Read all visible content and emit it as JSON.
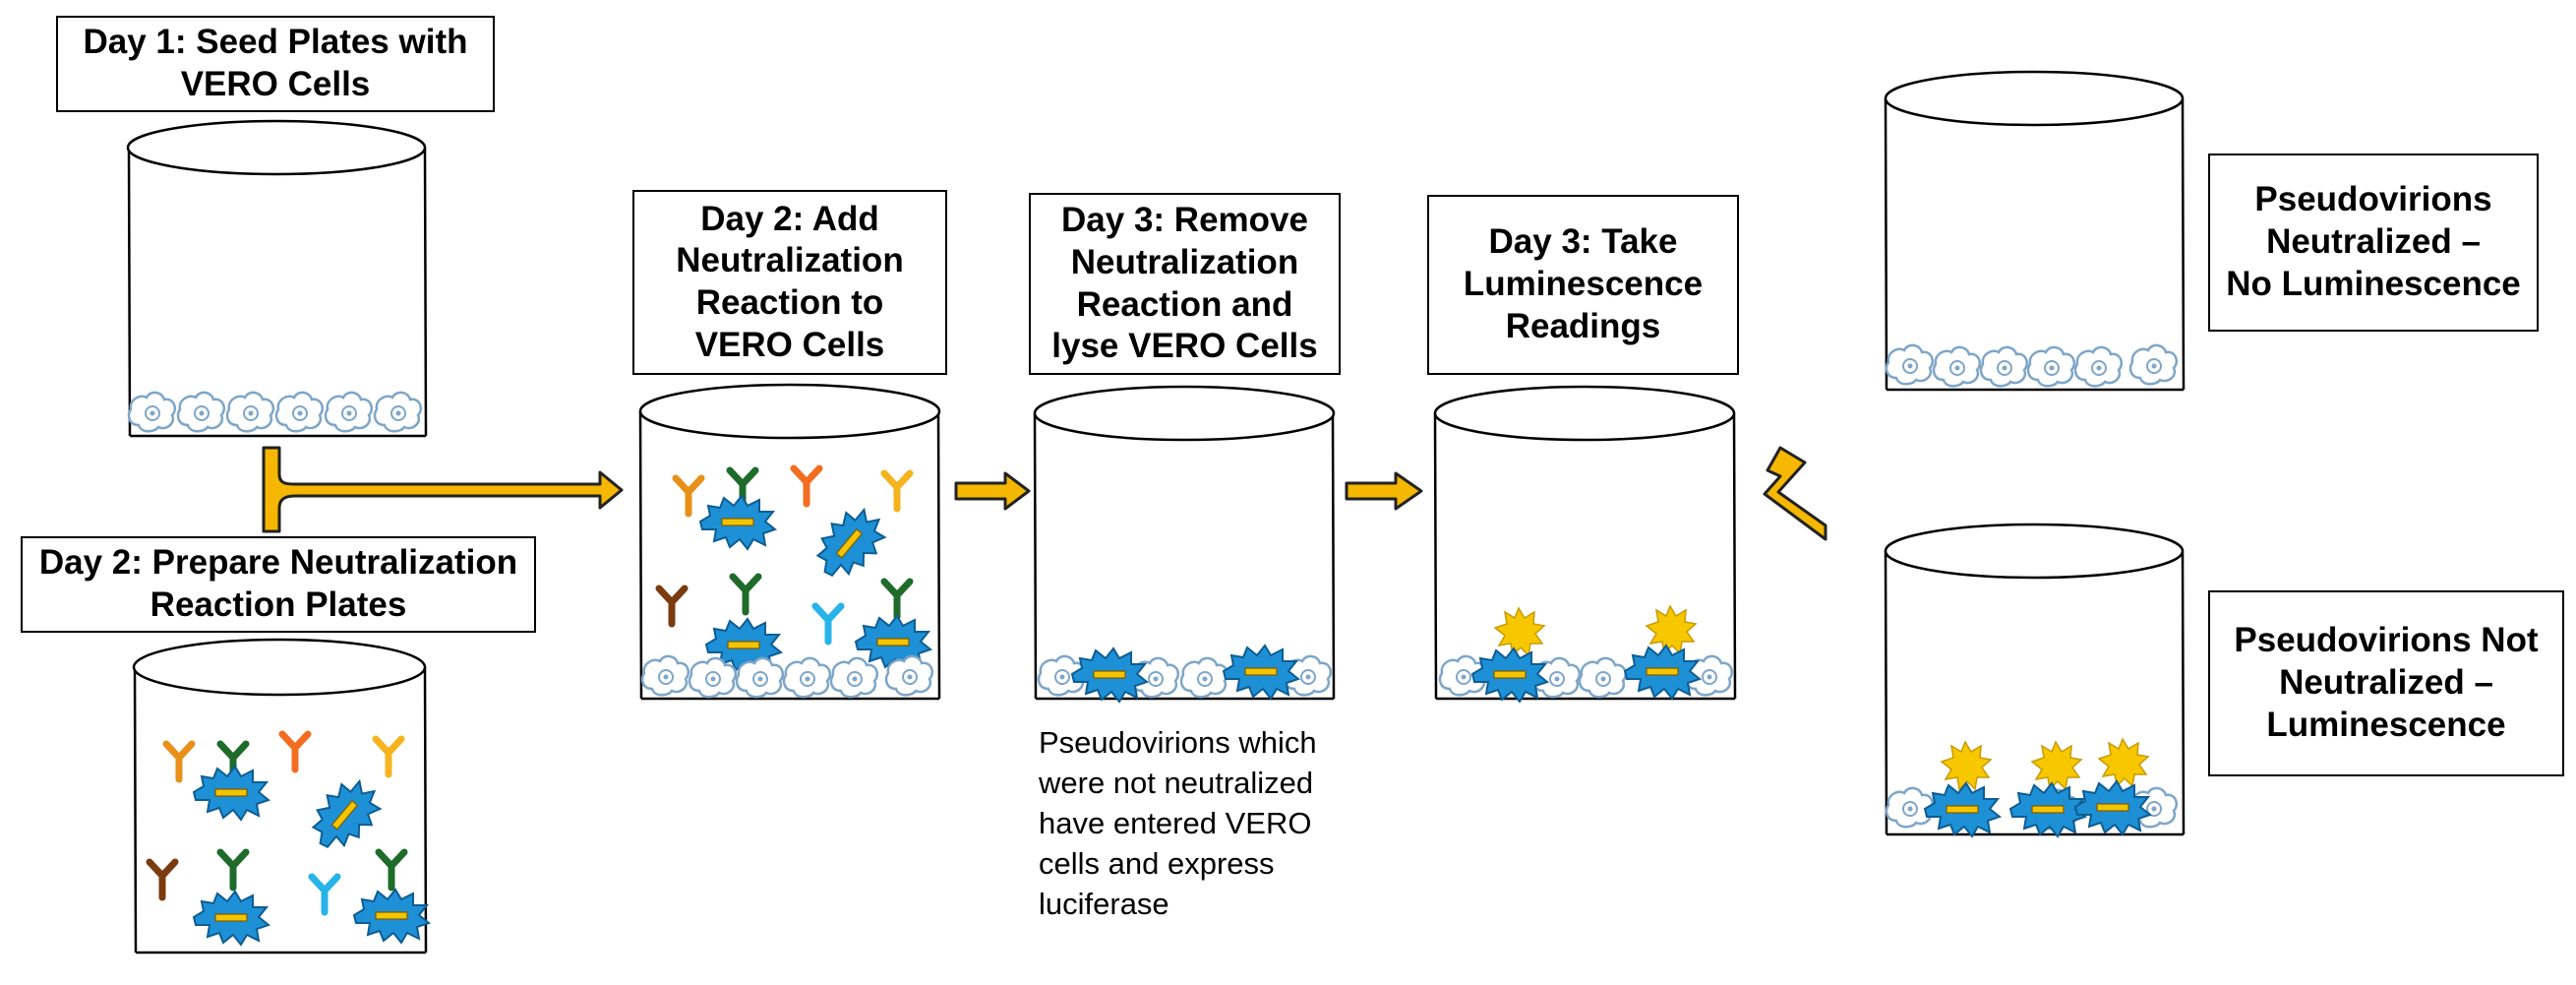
{
  "steps": {
    "seed": "Day 1: Seed Plates with\nVERO Cells",
    "prepare": "Day 2: Prepare Neutralization\nReaction Plates",
    "add": "Day 2: Add\nNeutralization\nReaction to\nVERO Cells",
    "remove": "Day 3: Remove\nNeutralization\nReaction and\nlyse VERO Cells",
    "take": "Day 3: Take\nLuminescence\nReadings"
  },
  "outcomes": {
    "neutralized": "Pseudovirions\nNeutralized –\nNo Luminescence",
    "not_neutralized": "Pseudovirions Not\nNeutralized –\nLuminescence"
  },
  "note": "Pseudovirions which\nwere not neutralized\nhave entered VERO\ncells and express\nluciferase",
  "colors": {
    "arrow_fill": "#f5b700",
    "cell_stroke": "#7ea6c8",
    "virion_fill": "#1e90d6",
    "luciferase": "#f7c800",
    "antibody_colors": [
      "#e8901a",
      "#1e6b2a",
      "#f36d21",
      "#f5b41e",
      "#7a3b10",
      "#27b4ea"
    ]
  }
}
